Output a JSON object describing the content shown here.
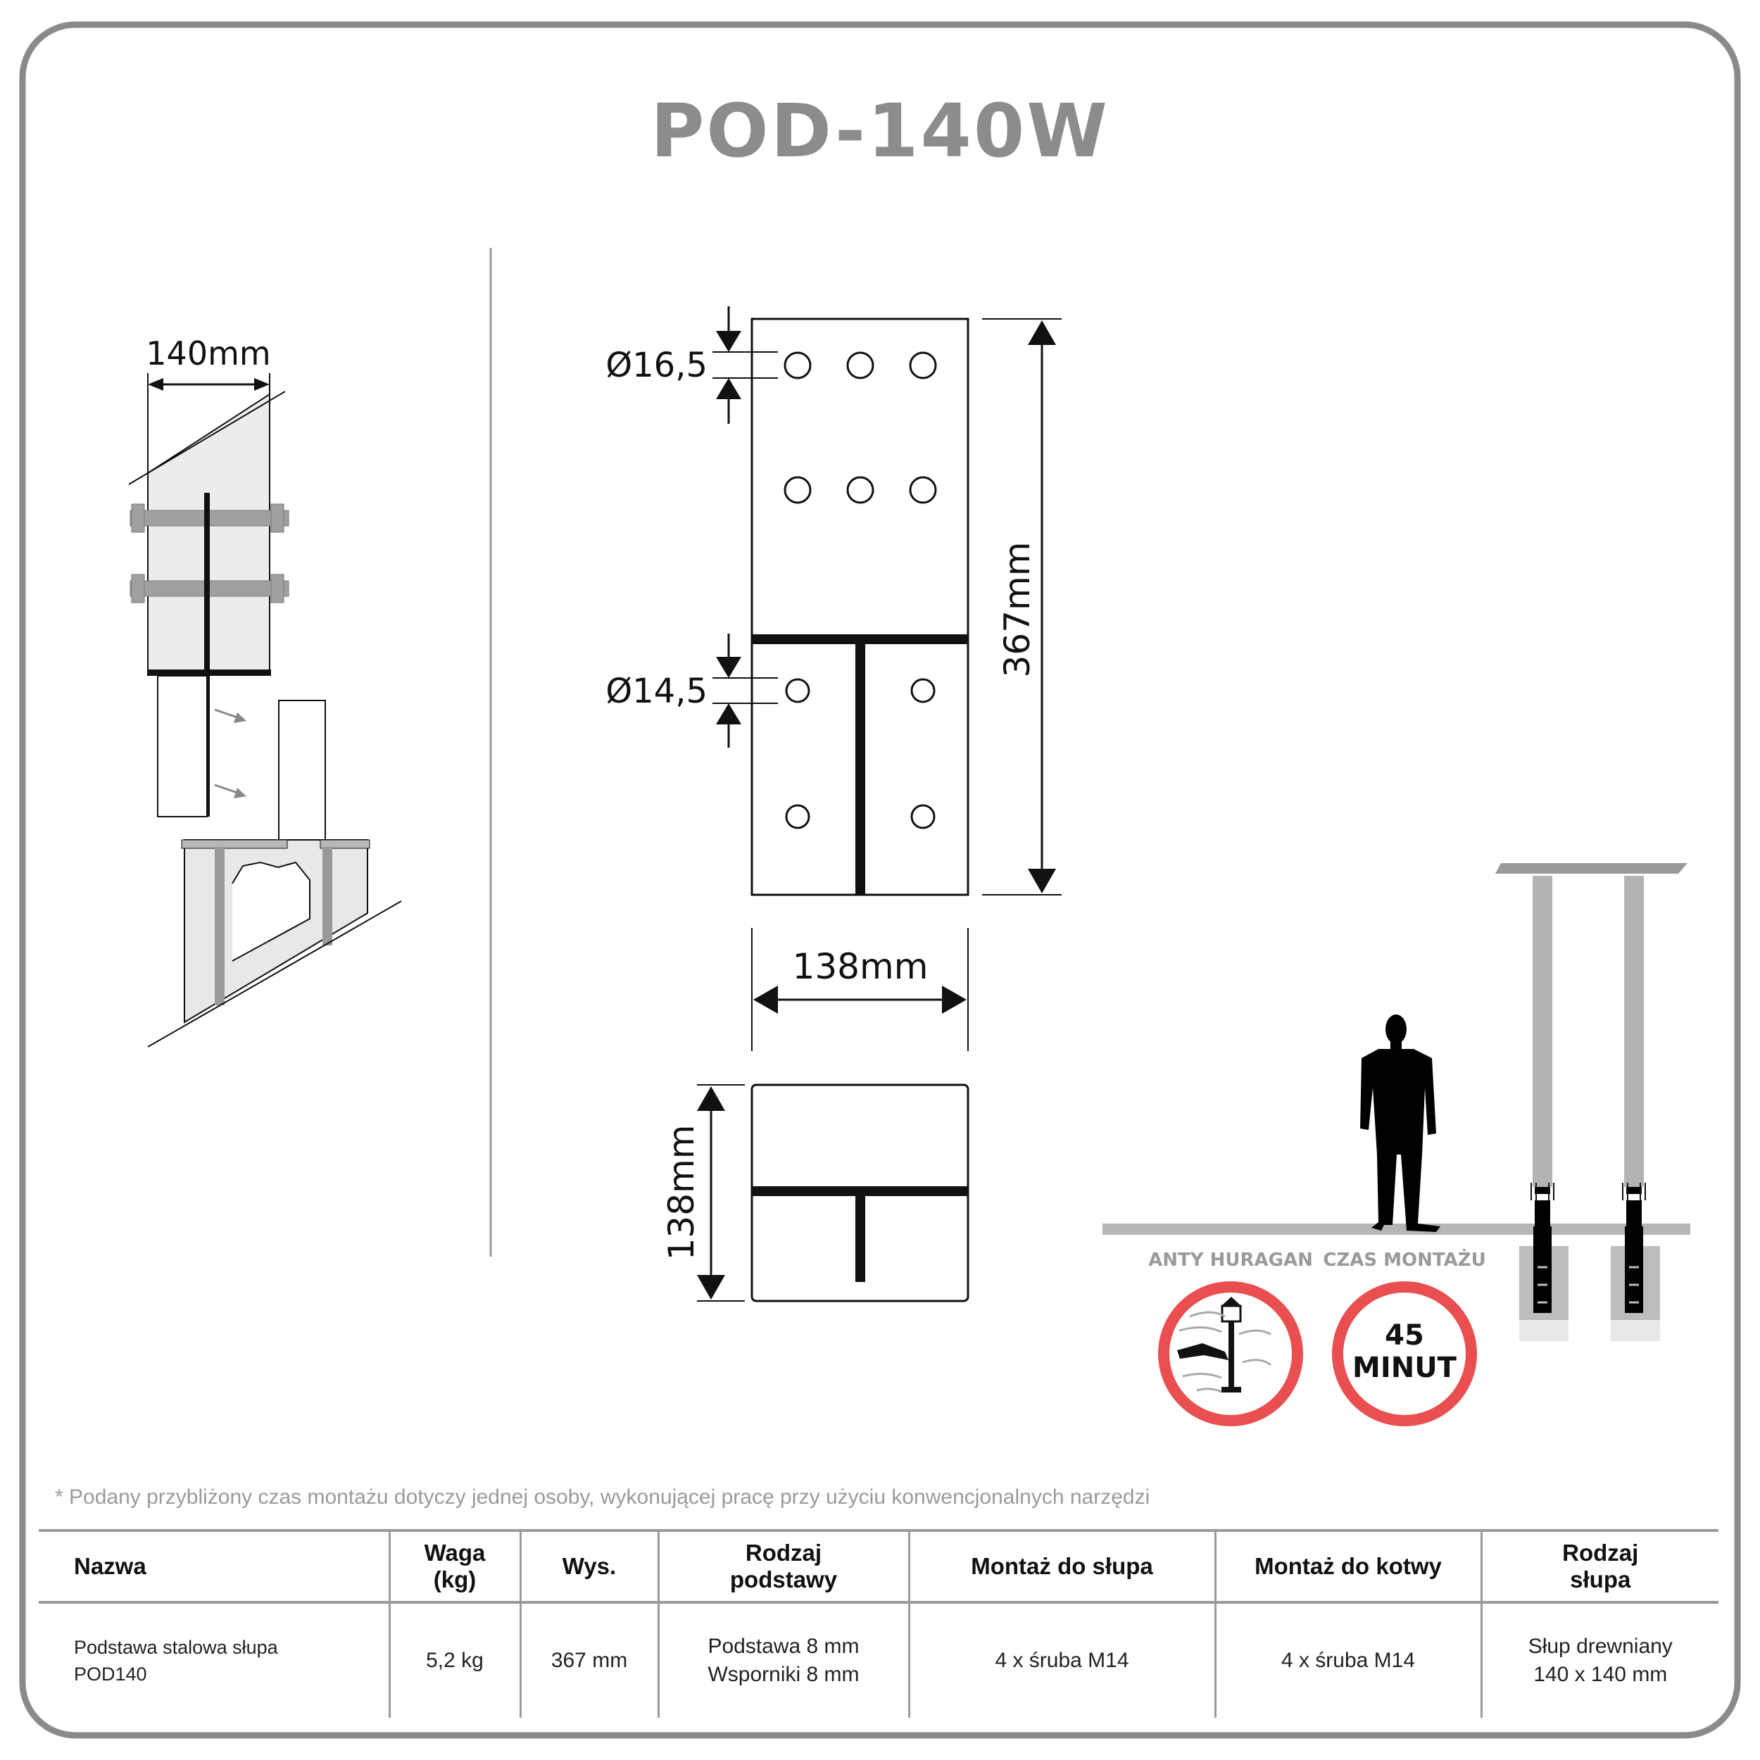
{
  "title": "POD-140W",
  "dimensions": {
    "side_width": "140mm",
    "hole_large": "Ø16,5",
    "hole_small": "Ø14,5",
    "height": "367mm",
    "plate_width": "138mm",
    "base_depth": "138mm"
  },
  "badges": [
    {
      "label": "ANTY HURAGAN",
      "icon": "hurricane-icon",
      "ring_color": "#e94f50"
    },
    {
      "label": "CZAS MONTAŻU",
      "line1": "45",
      "line2": "MINUT",
      "ring_color": "#e94f50"
    }
  ],
  "note": "* Podany przybliżony czas montażu dotyczy jednej osoby, wykonującej pracę przy użyciu konwencjonalnych narzędzi",
  "table": {
    "headers": [
      {
        "l1": "Nazwa",
        "l2": ""
      },
      {
        "l1": "Waga",
        "l2": "(kg)"
      },
      {
        "l1": "Wys.",
        "l2": ""
      },
      {
        "l1": "Rodzaj",
        "l2": "podstawy"
      },
      {
        "l1": "Montaż do słupa",
        "l2": ""
      },
      {
        "l1": "Montaż do kotwy",
        "l2": ""
      },
      {
        "l1": "Rodzaj",
        "l2": "słupa"
      }
    ],
    "row": [
      {
        "l1": "Podstawa stalowa słupa",
        "l2": "POD140"
      },
      {
        "l1": "5,2 kg",
        "l2": ""
      },
      {
        "l1": "367 mm",
        "l2": ""
      },
      {
        "l1": "Podstawa 8 mm",
        "l2": "Wsporniki 8 mm"
      },
      {
        "l1": "4 x śruba M14",
        "l2": ""
      },
      {
        "l1": "4 x śruba M14",
        "l2": ""
      },
      {
        "l1": "Słup drewniany",
        "l2": "140 x 140 mm"
      }
    ]
  },
  "colors": {
    "frame": "#8a8a8a",
    "accent_red": "#e94f50",
    "grey_part": "#a0a0a0"
  }
}
